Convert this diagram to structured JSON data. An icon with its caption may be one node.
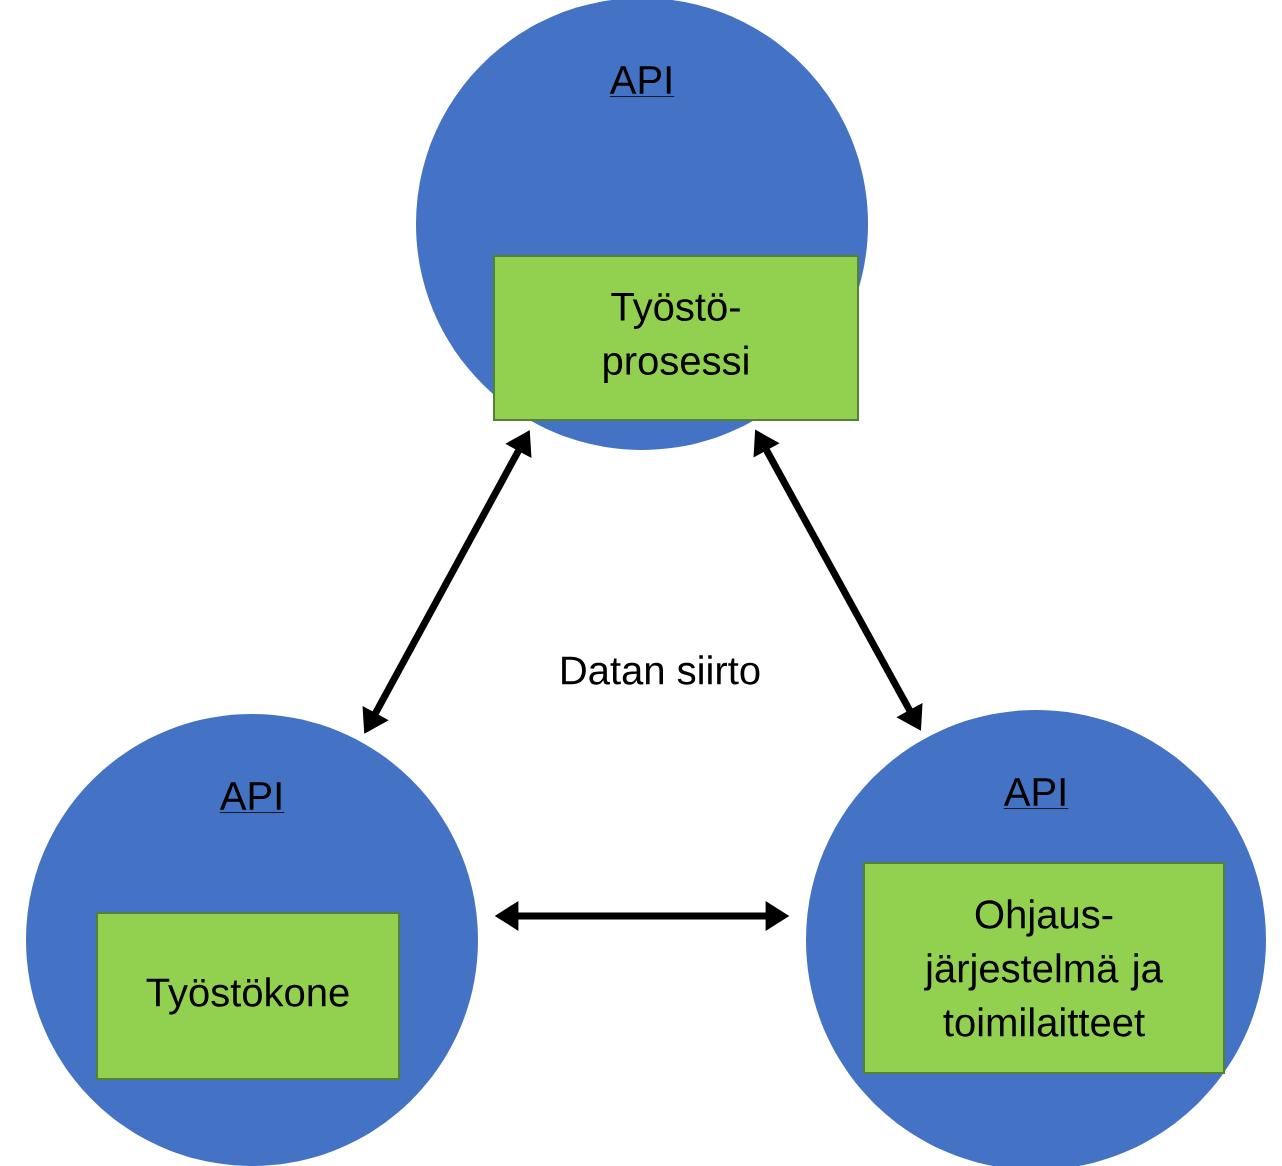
{
  "diagram": {
    "nodes": [
      {
        "text": [
          "API"
        ]
      },
      {
        "text": [
          "Työstö- prosessi"
        ],
        "in": 0
      },
      {
        "text": [
          "API"
        ]
      },
      {
        "text": [
          "Työstökone"
        ],
        "in": 2
      },
      {
        "text": [
          "API"
        ]
      },
      {
        "text": [
          "Ohjaus- järjestelmä ja toimilaitteet"
        ],
        "in": 4
      }
    ],
    "edges": [
      {
        "from": 0,
        "to": 2,
        "arrow": "both"
      },
      {
        "from": 0,
        "to": 4,
        "arrow": "both"
      },
      {
        "from": 2,
        "to": 4,
        "arrow": "both"
      }
    ],
    "labels": [
      "Datan siirto"
    ]
  }
}
